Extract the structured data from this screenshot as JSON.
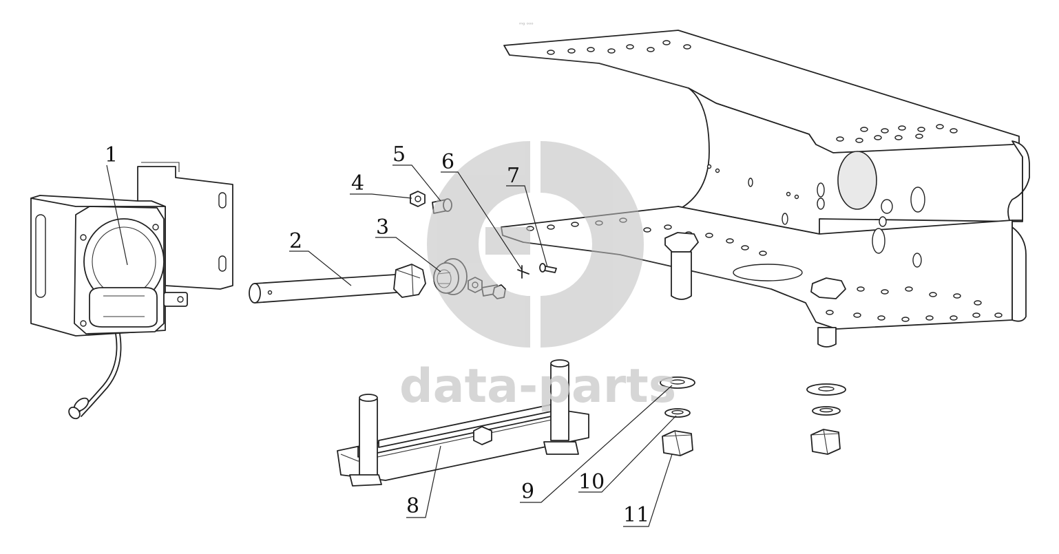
{
  "watermark": {
    "text": "data-parts",
    "logo": "gp-logo-icon",
    "color": "#cfcfcf"
  },
  "corner_mark": "ᵐᵍ ᵒᵒᵒ",
  "callouts": [
    "1",
    "2",
    "3",
    "4",
    "5",
    "6",
    "7",
    "8",
    "9",
    "10",
    "11"
  ]
}
